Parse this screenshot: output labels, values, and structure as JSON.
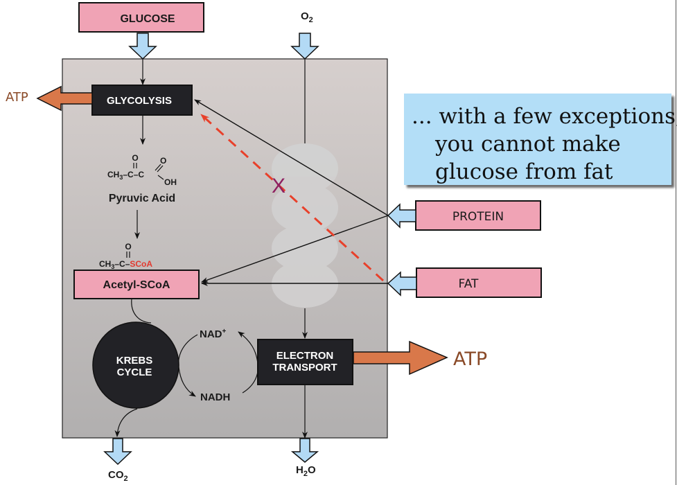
{
  "diagram": {
    "title": "Cellular respiration pathway",
    "colors": {
      "pink_box": "#f0a3b5",
      "dark_box": "#222226",
      "blue_arrow": "#b3daf5",
      "atp_arrow": "#d9784a",
      "atp_text": "#8a4a28",
      "inhibited_path": "#e8402a",
      "x_mark": "#8e2060",
      "callout_bg": "#b3def7",
      "cell_bg_top": "#d6cfcd",
      "cell_bg_bottom": "#b1afaf"
    },
    "inputs": {
      "glucose": "GLUCOSE",
      "oxygen": "O",
      "oxygen_sub": "2",
      "protein": "PROTEIN",
      "fat": "FAT"
    },
    "processes": {
      "glycolysis": "GLYCOLYSIS",
      "krebs_line1": "KREBS",
      "krebs_line2": "CYCLE",
      "et_line1": "ELECTRON",
      "et_line2": "TRANSPORT",
      "acetyl": "Acetyl-SCoA"
    },
    "molecules": {
      "pyruvic_acid": "Pyruvic Acid",
      "pyruvic_formula": {
        "ch3": "CH",
        "sub3": "3",
        "dash_c": "–C–",
        "c": "C",
        "o": "O",
        "oh": "OH"
      },
      "acetyl_formula": {
        "ch3": "CH",
        "sub3": "3",
        "dash_c": "–C–",
        "scoa": "SCoA",
        "o": "O"
      },
      "nad_plus": "NAD",
      "nad_plus_sup": "+",
      "nadh": "NADH"
    },
    "outputs": {
      "atp_left": "ATP",
      "atp_right": "ATP",
      "co2": "CO",
      "co2_sub": "2",
      "h2o_h": "H",
      "h2o_sub": "2",
      "h2o_o": "O"
    },
    "blocked_mark": "X",
    "callout": {
      "line1": "... with a few exceptions,",
      "line2": "you cannot make",
      "line3": "glucose from fat"
    }
  }
}
